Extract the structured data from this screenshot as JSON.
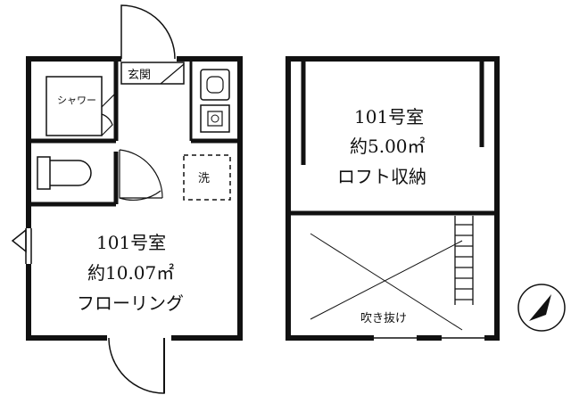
{
  "floor1": {
    "room_name": "101号室",
    "area": "約10.07㎡",
    "room_type": "フローリング",
    "shower": "シャワー",
    "entrance": "玄関",
    "washer": "洗"
  },
  "loft": {
    "room_name": "101号室",
    "area": "約5.00㎡",
    "room_type": "ロフト収納",
    "void": "吹き抜け"
  },
  "compass_icon": "north-arrow-icon",
  "colors": {
    "wall": "#111111",
    "background": "#ffffff"
  }
}
